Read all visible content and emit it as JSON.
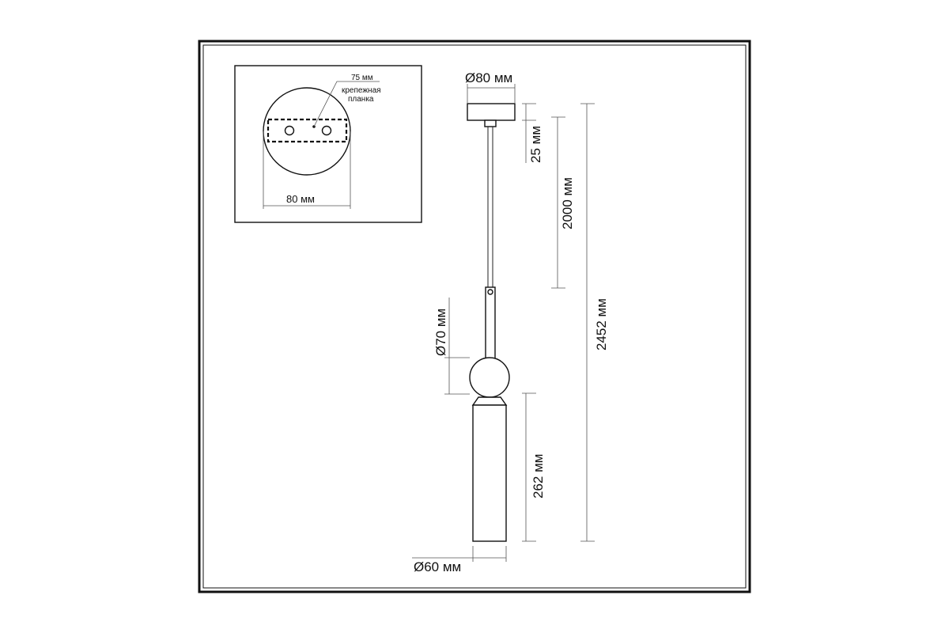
{
  "inset": {
    "dim_width": "80 мм",
    "dim_plate": "75 мм",
    "plate_label_line1": "крепежная",
    "plate_label_line2": "планка"
  },
  "main": {
    "dia_canopy": "Ø80 мм",
    "h_canopy": "25 мм",
    "cable_length": "2000 мм",
    "total_height": "2452 мм",
    "dia_ball": "Ø70 мм",
    "shade_height": "262 мм",
    "dia_shade": "Ø60 мм"
  },
  "colors": {
    "frame": "#111111",
    "line": "#222222"
  }
}
